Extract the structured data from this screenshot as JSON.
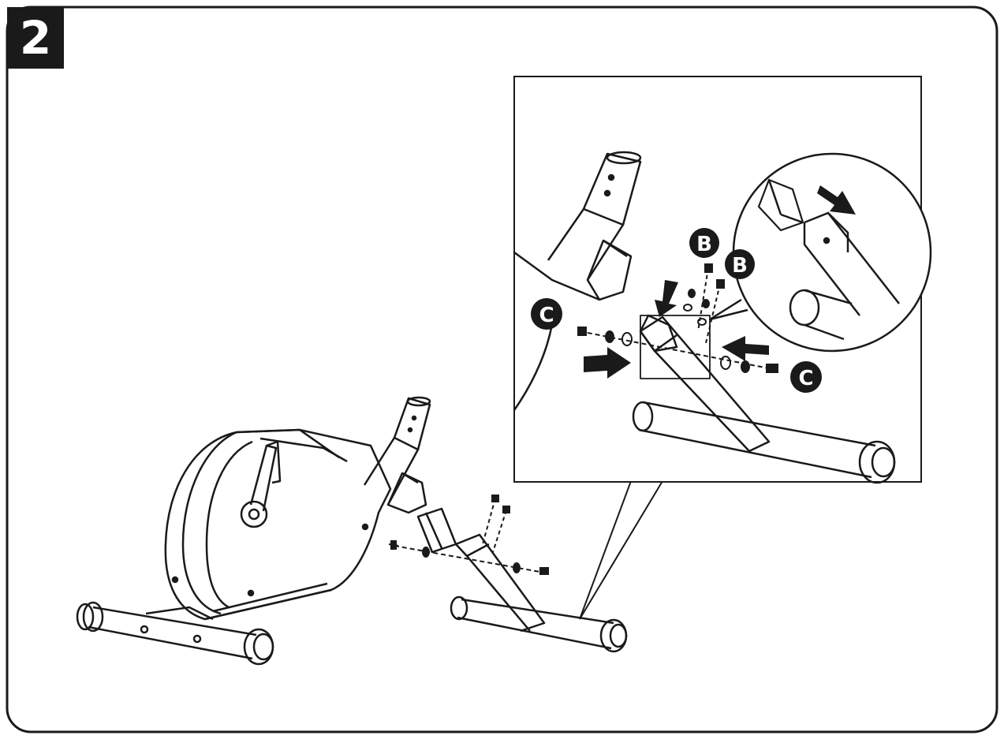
{
  "step": {
    "number": "2"
  },
  "callouts": {
    "bolt_label": "B",
    "axle_bolt_label": "C"
  },
  "colors": {
    "ink": "#1a1a1a",
    "paper": "#ffffff"
  }
}
